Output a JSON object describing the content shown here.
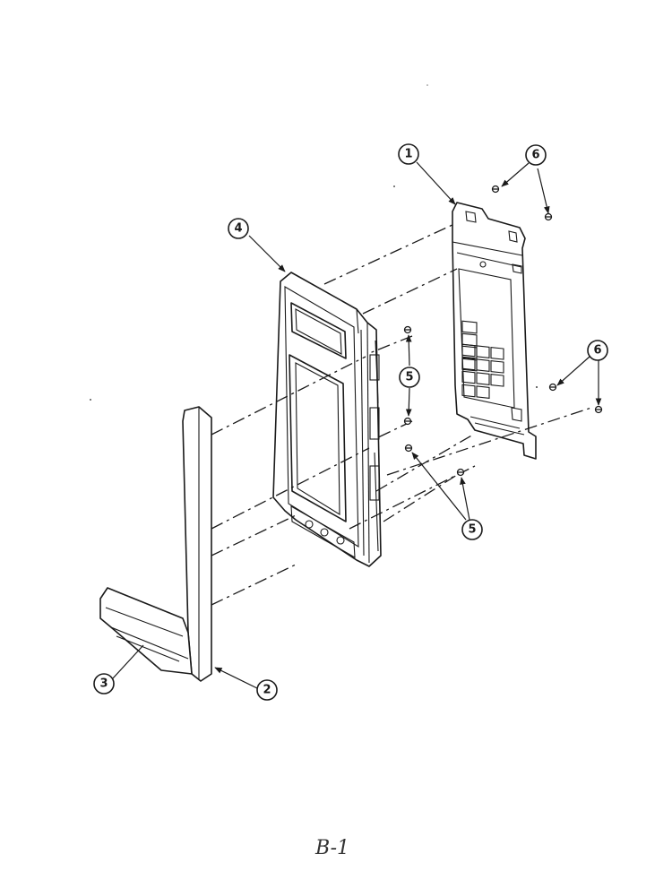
{
  "diagram": {
    "callouts": [
      {
        "id": "1",
        "label": "1"
      },
      {
        "id": "2",
        "label": "2"
      },
      {
        "id": "3",
        "label": "3"
      },
      {
        "id": "4",
        "label": "4"
      },
      {
        "id": "5a",
        "label": "5"
      },
      {
        "id": "5b",
        "label": "5"
      },
      {
        "id": "6a",
        "label": "6"
      },
      {
        "id": "6b",
        "label": "6"
      }
    ],
    "page_code": "B-1",
    "line_color": "#1a1a1a"
  }
}
